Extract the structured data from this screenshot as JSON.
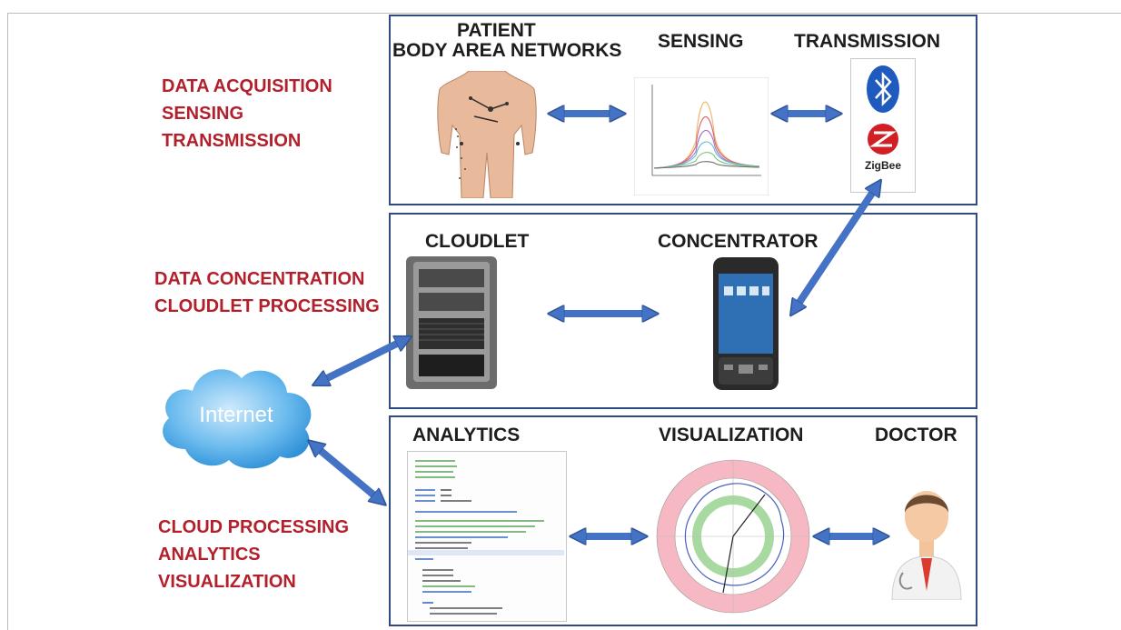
{
  "sections": {
    "acquisition": [
      "DATA ACQUISITION",
      "SENSING",
      "TRANSMISSION"
    ],
    "concentration": [
      "DATA CONCENTRATION",
      "CLOUDLET PROCESSING"
    ],
    "cloud": [
      "CLOUD PROCESSING",
      "ANALYTICS",
      "VISUALIZATION"
    ]
  },
  "panel_top": {
    "patient_line1": "PATIENT",
    "patient_line2": "BODY AREA NETWORKS",
    "sensing": "SENSING",
    "transmission": "TRANSMISSION",
    "zigbee": "ZigBee"
  },
  "panel_mid": {
    "cloudlet": "CLOUDLET",
    "concentrator": "CONCENTRATOR"
  },
  "panel_bottom": {
    "analytics": "ANALYTICS",
    "visualization": "VISUALIZATION",
    "doctor": "DOCTOR"
  },
  "cloud": {
    "label": "Internet"
  },
  "colors": {
    "arrow": "#4472c4",
    "panel_border": "#2e4d7e",
    "section_text": "#b2202c"
  }
}
